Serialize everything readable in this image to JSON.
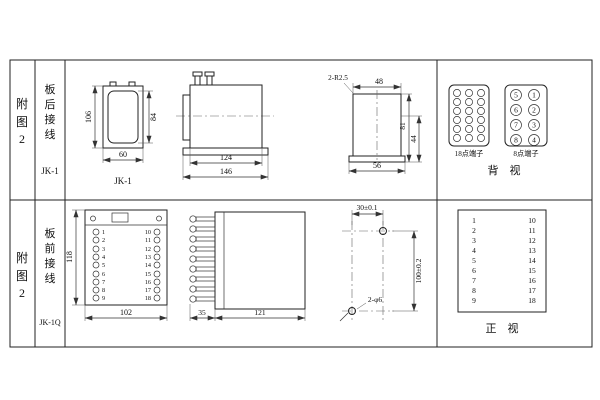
{
  "sheet": {
    "row1": {
      "fig_chars": [
        "附",
        "图",
        "2"
      ],
      "wiring_chars": [
        "板",
        "后",
        "接",
        "线"
      ],
      "model": "JK-1",
      "front_view": {
        "caption": "JK-1",
        "dim_left": "106",
        "dim_right": "84",
        "dim_bottom": "60"
      },
      "side_view": {
        "dim_inner": "124",
        "dim_outer": "146"
      },
      "detail_view": {
        "corner_label": "2-R2.5",
        "dim_top": "48",
        "dim_bottom": "56",
        "dim_right_a": "81",
        "dim_right_b": "44"
      },
      "panel_view": {
        "caption": "背　视",
        "group18_label": "18点端子",
        "group8_label": "8点端子",
        "group8_numbers": [
          "5",
          "1",
          "6",
          "2",
          "7",
          "3",
          "8",
          "4"
        ]
      }
    },
    "row2": {
      "fig_chars": [
        "附",
        "图",
        "2"
      ],
      "wiring_chars": [
        "板",
        "前",
        "接",
        "线"
      ],
      "model": "JK-1Q",
      "front_view": {
        "dim_left": "118",
        "dim_bottom": "102",
        "left_terminals": [
          "1",
          "2",
          "3",
          "4",
          "5",
          "6",
          "7",
          "8",
          "9"
        ],
        "right_terminals": [
          "10",
          "11",
          "12",
          "13",
          "14",
          "15",
          "16",
          "17",
          "18"
        ]
      },
      "side_view": {
        "dim_left": "35",
        "dim_right": "121"
      },
      "plate_view": {
        "dim_top": "30±0.1",
        "dim_right": "100±0.2",
        "hole_label": "2-φ6"
      },
      "panel_view": {
        "caption": "正　视",
        "left_terminals": [
          "1",
          "2",
          "3",
          "4",
          "5",
          "6",
          "7",
          "8",
          "9"
        ],
        "right_terminals": [
          "10",
          "11",
          "12",
          "13",
          "14",
          "15",
          "16",
          "17",
          "18"
        ]
      }
    }
  }
}
